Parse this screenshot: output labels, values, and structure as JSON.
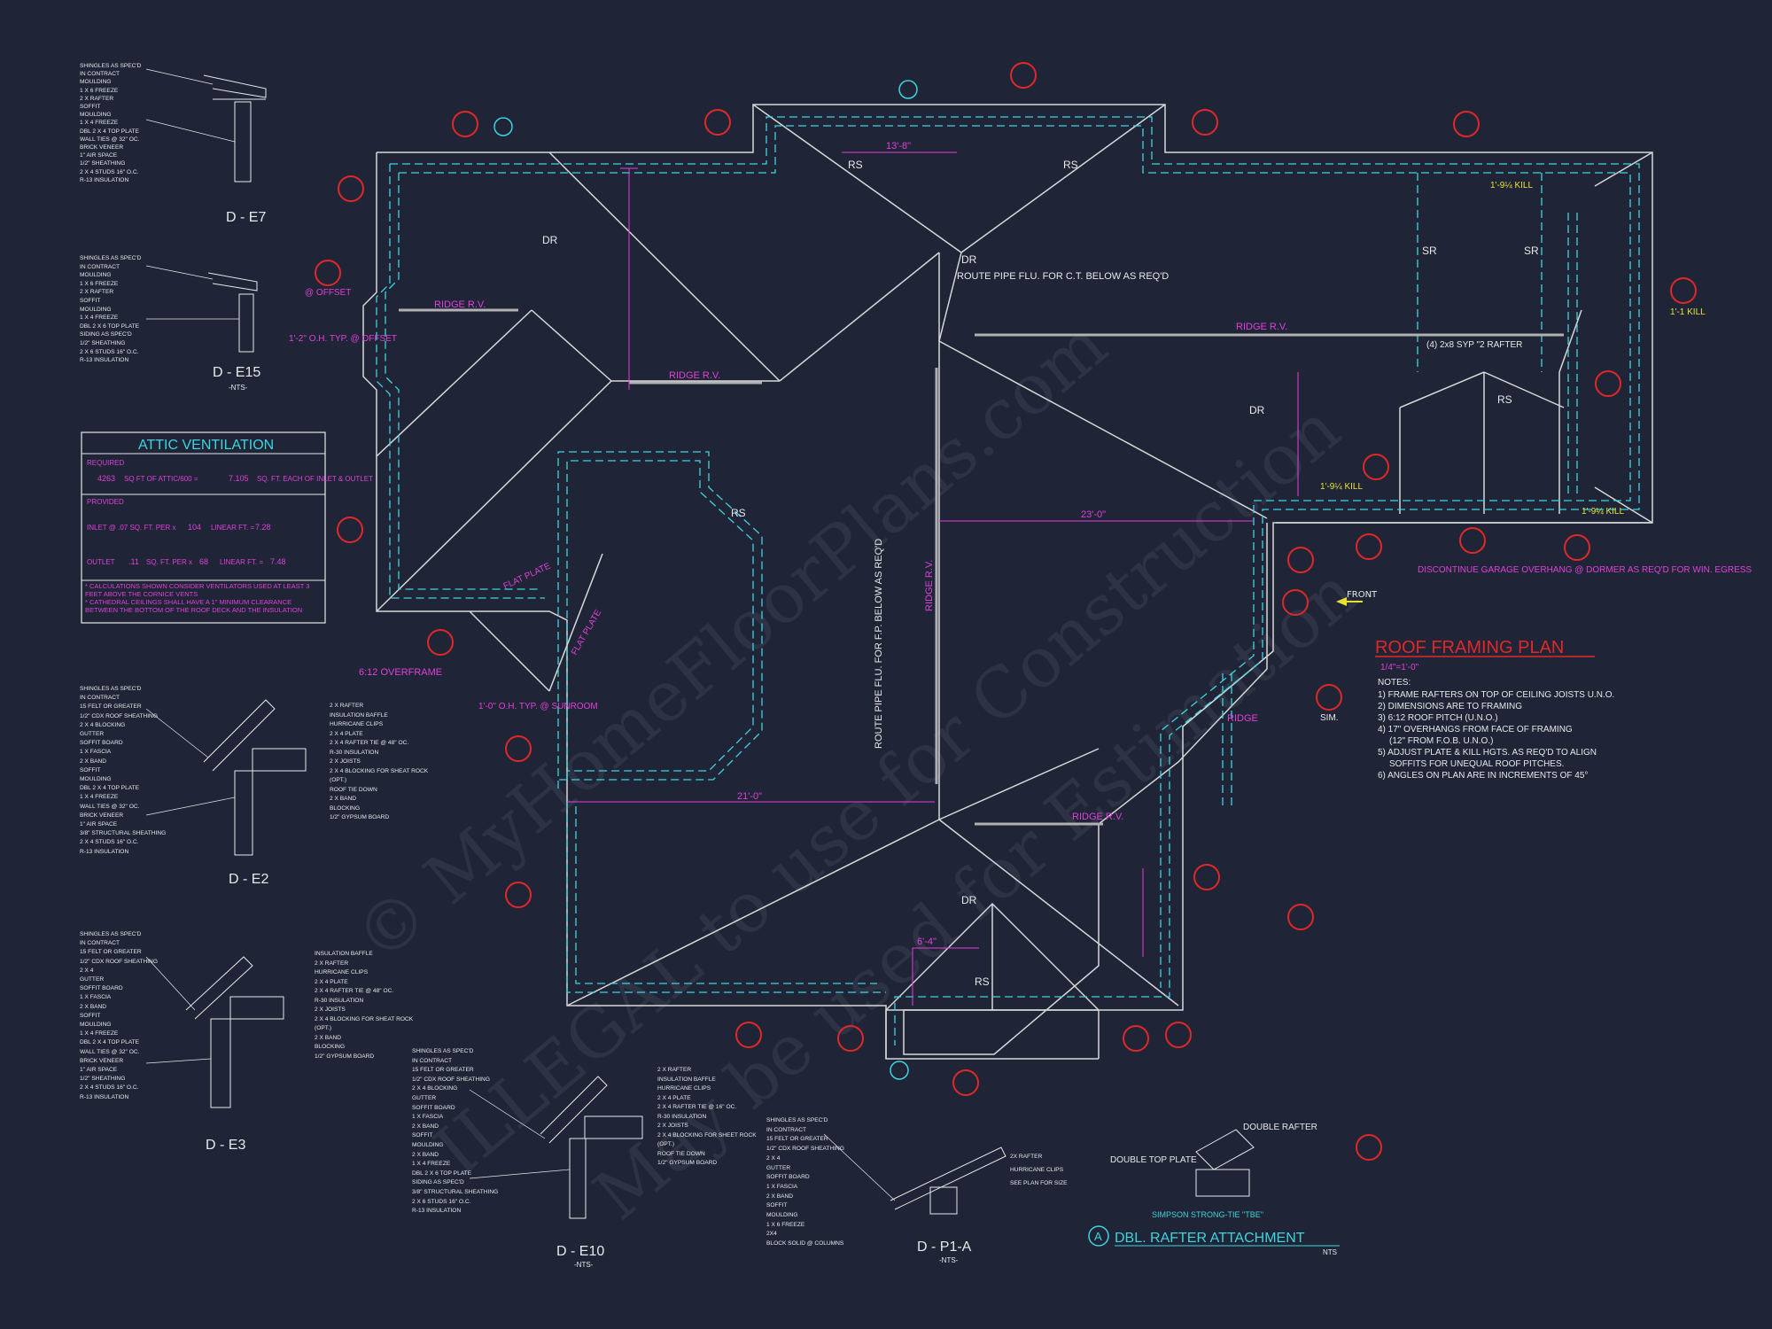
{
  "plan": {
    "title": "ROOF FRAMING PLAN",
    "scale": "1/4\"=1'-0\"",
    "notes_heading": "NOTES:",
    "notes": [
      "1) FRAME RAFTERS ON TOP OF CEILING JOISTS U.N.O.",
      "2) DIMENSIONS ARE TO FRAMING",
      "3) 6:12 ROOF PITCH (U.N.O.)",
      "4) 17\" OVERHANGS FROM FACE OF FRAMING",
      "(12\" FROM F.O.B. U.N.O.)",
      "5) ADJUST PLATE & KILL HGTS. AS REQ'D TO ALIGN",
      "SOFFITS FOR UNEQUAL ROOF PITCHES.",
      "6) ANGLES ON PLAN ARE IN INCREMENTS OF 45°"
    ],
    "front_label": "FRONT"
  },
  "attic": {
    "title": "ATTIC VENTILATION",
    "required_label": "REQUIRED",
    "req_value": "4263",
    "req_text": "SQ FT OF ATTIC/600 =",
    "req_result": "7.105",
    "req_tail": "SQ. FT. EACH OF INLET & OUTLET",
    "provided_label": "PROVIDED",
    "inlet_text": "INLET @ .07 SQ. FT. PER x",
    "inlet_lf": "104",
    "inlet_mid": "LINEAR FT. =",
    "inlet_result": "7.28",
    "outlet_text": "OUTLET",
    "outlet_rate": ".11",
    "outlet_mid": "SQ. FT. PER x",
    "outlet_lf": "68",
    "outlet_tail": "LINEAR FT. =",
    "outlet_result": "7.48",
    "note1": "* CALCULATIONS SHOWN CONSIDER VENTILATORS USED AT LEAST 3 FEET ABOVE THE CORNICE VENTS",
    "note2": "* CATHEDRAL CEILINGS SHALL HAVE A 1\" MINIMUM CLEARANCE BETWEEN THE BOTTOM OF THE ROOF DECK AND THE INSULATION"
  },
  "details": {
    "e7": {
      "label": "D - E7",
      "lines": [
        "SHINGLES AS SPEC'D",
        "IN CONTRACT",
        "MOULDING",
        "1 X 6 FREEZE",
        "2 X RAFTER",
        "SOFFIT",
        "MOULDING",
        "1 X 4 FREEZE",
        "DBL 2 X 4 TOP PLATE",
        "WALL TIES @ 32\" OC.",
        "BRICK VENEER",
        "1\" AIR SPACE",
        "1/2\" SHEATHING",
        "2 X 4 STUDS 16\" O.C.",
        "R-13 INSULATION"
      ]
    },
    "e15": {
      "label": "D - E15",
      "nts": "-NTS-",
      "lines": [
        "SHINGLES AS SPEC'D",
        "IN CONTRACT",
        "MOULDING",
        "1 X 6 FREEZE",
        "2 X RAFTER",
        "SOFFIT",
        "MOULDING",
        "1 X 4 FREEZE",
        "DBL 2 X 6 TOP PLATE",
        "SIDING AS SPEC'D",
        "1/2\" SHEATHING",
        "2 X 6 STUDS 16\" O.C.",
        "R-13 INSULATION"
      ]
    },
    "e2": {
      "label": "D - E2",
      "lines": [
        "SHINGLES AS SPEC'D",
        "IN CONTRACT",
        "15 FELT OR GREATER",
        "1/2\" CDX ROOF SHEATHING",
        "2 X 4 BLOCKING",
        "GUTTER",
        "SOFFIT BOARD",
        "1 X FASCIA",
        "2 X BAND",
        "SOFFIT",
        "MOULDING",
        "DBL 2 X 4 TOP PLATE",
        "1 X 4 FREEZE",
        "WALL TIES @ 32\" OC.",
        "BRICK VENEER",
        "1\" AIR SPACE",
        "3/8\" STRUCTURAL SHEATHING",
        "2 X 4 STUDS 16\" O.C.",
        "R-13 INSULATION"
      ],
      "right": [
        "2 X RAFTER",
        "INSULATION BAFFLE",
        "HURRICANE CLIPS",
        "2 X 4 PLATE",
        "2 X 4 RAFTER TIE @ 48\" OC.",
        "R-30 INSULATION",
        "2 X JOISTS",
        "2 X 4 BLOCKING FOR SHEAT ROCK (OPT.)",
        "ROOF TIE DOWN",
        "2 X BAND",
        "BLOCKING",
        "1/2\" GYPSUM BOARD"
      ]
    },
    "e3": {
      "label": "D - E3",
      "lines": [
        "SHINGLES AS SPEC'D",
        "IN CONTRACT",
        "15 FELT OR GREATER",
        "1/2\" CDX ROOF SHEATHING",
        "2 X 4",
        "GUTTER",
        "SOFFIT BOARD",
        "1 X FASCIA",
        "2 X BAND",
        "SOFFIT",
        "MOULDING",
        "1 X 4 FREEZE",
        "DBL 2 X 4 TOP PLATE",
        "WALL TIES @ 32\" OC.",
        "BRICK VENEER",
        "1\" AIR SPACE",
        "1/2\" SHEATHING",
        "2 X 4 STUDS 16\" O.C.",
        "R-13 INSULATION"
      ],
      "right": [
        "INSULATION BAFFLE",
        "2 X RAFTER",
        "HURRICANE CLIPS",
        "2 X 4 PLATE",
        "2 X 4 RAFTER TIE @ 48\" OC.",
        "R-30 INSULATION",
        "2 X JOISTS",
        "2 X 4 BLOCKING FOR SHEAT ROCK (OPT.)",
        "2 X BAND",
        "BLOCKING",
        "1/2\" GYPSUM BOARD"
      ]
    },
    "e10": {
      "label": "D - E10",
      "nts": "-NTS-",
      "lines": [
        "SHINGLES AS SPEC'D",
        "IN CONTRACT",
        "15 FELT OR GREATER",
        "1/2\" CDX ROOF SHEATHING",
        "2 X 4 BLOCKING",
        "GUTTER",
        "SOFFIT BOARD",
        "1 X FASCIA",
        "2 X BAND",
        "SOFFIT",
        "MOULDING",
        "2 X BAND",
        "1 X 4 FREEZE",
        "DBL 2 X 6 TOP PLATE",
        "SIDING AS SPEC'D",
        "3/8\" STRUCTURAL SHEATHING",
        "2 X 6 STUDS 16\" O.C.",
        "R-13 INSULATION"
      ],
      "right": [
        "2 X RAFTER",
        "INSULATION BAFFLE",
        "HURRICANE CLIPS",
        "2 X 4 PLATE",
        "2 X 4 RAFTER TIE @ 16\" OC.",
        "R-30 INSULATION",
        "2 X JOISTS",
        "2 X 4 BLOCKING FOR SHEET ROCK (OPT.)",
        "ROOF TIE DOWN",
        "1/2\" GYPSUM BOARD"
      ]
    },
    "p1a": {
      "label": "D - P1-A",
      "nts": "-NTS-",
      "lines": [
        "SHINGLES AS SPEC'D",
        "IN CONTRACT",
        "15 FELT OR GREATER",
        "1/2\" CDX ROOF SHEATHING",
        "2 X 4",
        "GUTTER",
        "SOFFIT BOARD",
        "1 X FASCIA",
        "2 X BAND",
        "SOFFIT",
        "MOULDING",
        "1 X 6 FREEZE",
        "2X4",
        "BLOCK SOLID @ COLUMNS"
      ],
      "right": [
        "2X RAFTER",
        "HURRICANE CLIPS",
        "SEE PLAN FOR SIZE"
      ]
    },
    "dbl": {
      "title": "DBL. RAFTER ATTACHMENT",
      "letter": "A",
      "nts": "NTS",
      "double_rafter": "DOUBLE RAFTER",
      "double_top": "DOUBLE TOP PLATE",
      "simpson": "SIMPSON STRONG-TIE \"TBE\""
    }
  },
  "labels": {
    "dr": "DR",
    "rs": "RS",
    "sr": "SR",
    "ridge_rv": "RIDGE R.V.",
    "ridge": "RIDGE",
    "route1": "ROUTE PIPE FLU. FOR C.T. BELOW AS REQ'D",
    "route2": "ROUTE PIPE FLU. FOR F.P. BELOW AS REQ'D",
    "overframe": "6:12 OVERFRAME",
    "sunroom": "1'-0\" O.H. TYP. @ SUNROOM",
    "offset_oh": "1'-2\" O.H. TYP. @ OFFSET",
    "offset": "@ OFFSET",
    "syp": "(4) 2x8 SYP \"2 RAFTER",
    "discontinue": "DISCONTINUE GARAGE OVERHANG @ DORMER AS REQ'D FOR WIN. EGRESS",
    "flat_plate": "FLAT PLATE",
    "dim_13_8": "13'-8\"",
    "dim_23_0": "23'-0\"",
    "dim_21_0": "21'-0\"",
    "dim_6_4": "6'-4\"",
    "kill_19": "1'-9¼ KILL",
    "kill_1": "1'-1 KILL",
    "sim": "SIM.",
    "watermark1": "© MyHomeFloorPlans.com",
    "watermark2": "ILLEGAL to use for Construction",
    "watermark3": "May be used for Estimation"
  },
  "colors": {
    "background": "#1f2537",
    "linework": "#e8e8e8",
    "cyan": "#3fd3de",
    "magenta": "#e040d8",
    "red": "#e02828",
    "yellow": "#e8e030"
  }
}
